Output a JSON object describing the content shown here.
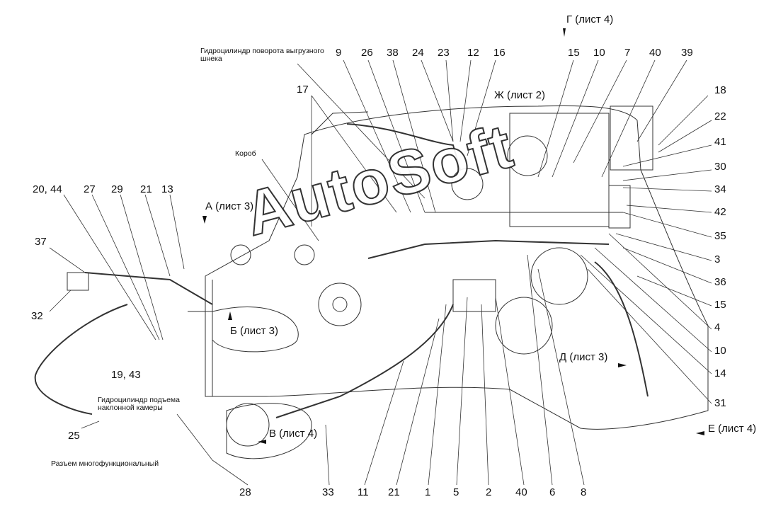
{
  "watermark": "AutoSoft",
  "callouts": {
    "hydro_cyl_auger": "Гидроцилиндр поворота выгрузного шнека",
    "box": "Короб",
    "hydro_cyl_lift": "Гидроцилиндр подъема наклонной камеры",
    "connector": "Разъем многофункциональный"
  },
  "view_refs": {
    "g": "Г (лист 4)",
    "zh": "Ж (лист 2)",
    "a": "А (лист 3)",
    "b": "Б (лист 3)",
    "d": "Д (лист 3)",
    "v": "В (лист 4)",
    "e": "Е (лист 4)"
  },
  "labels": {
    "top": [
      "9",
      "26",
      "38",
      "24",
      "23",
      "12",
      "16",
      "15",
      "10",
      "7",
      "40",
      "39"
    ],
    "left": [
      "17",
      "20, 44",
      "27",
      "29",
      "21",
      "13",
      "37",
      "32",
      "19, 43",
      "25"
    ],
    "right": [
      "18",
      "22",
      "41",
      "30",
      "34",
      "42",
      "35",
      "3",
      "36",
      "15",
      "4",
      "10",
      "14",
      "31"
    ],
    "bottom": [
      "28",
      "33",
      "11",
      "21",
      "1",
      "5",
      "2",
      "40",
      "6",
      "8"
    ]
  }
}
